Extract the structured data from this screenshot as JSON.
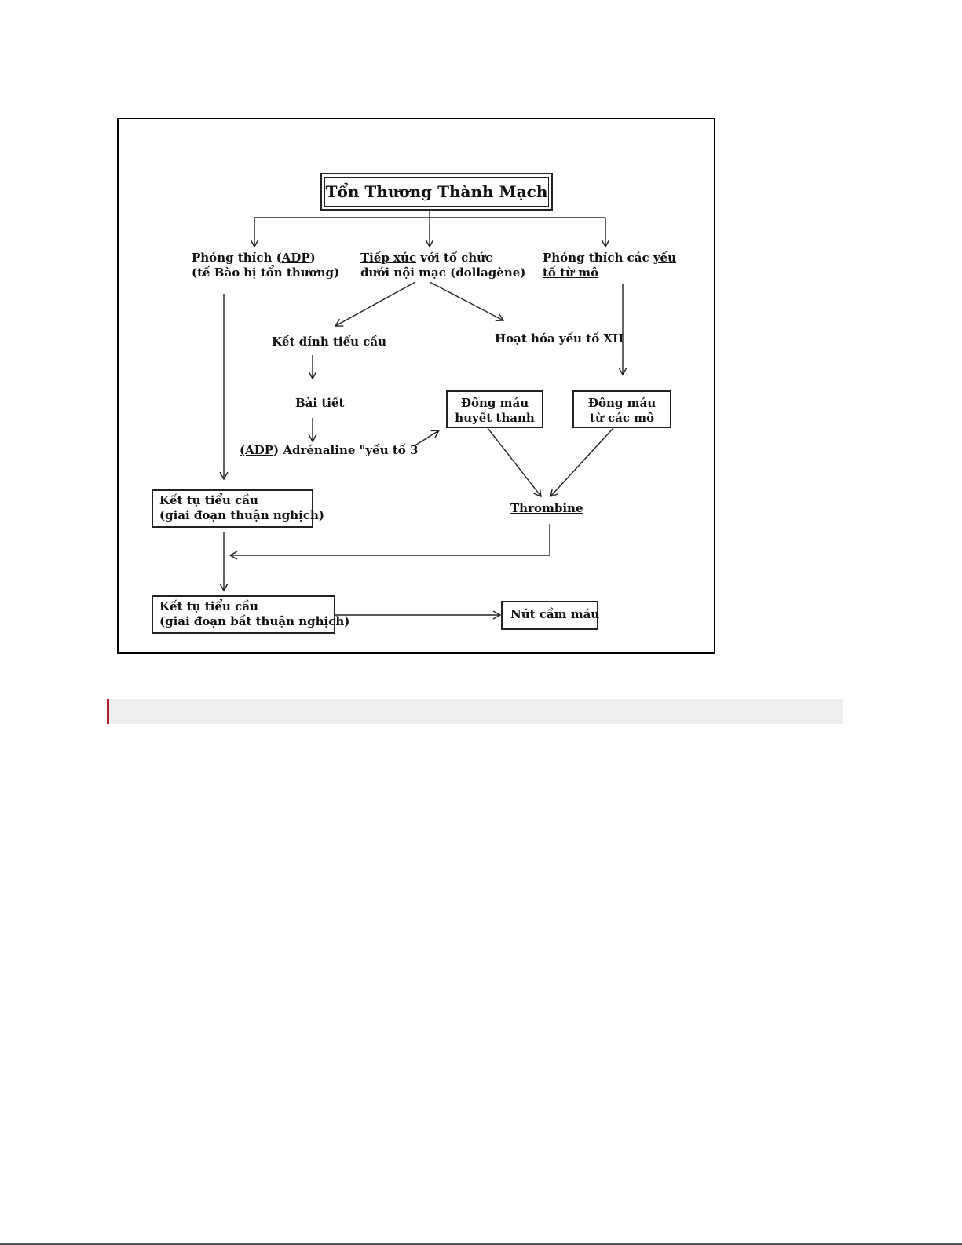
{
  "diagram": {
    "title": "Tổn Thương Thành Mạch",
    "branch_adp": {
      "line1_pre": "Phóng thích (",
      "line1_u": "ADP",
      "line1_post": ")",
      "line2": "(tế Bào bị tổn thương)"
    },
    "branch_contact": {
      "line1_u": "Tiếp xúc",
      "line1_post": " với tổ chức",
      "line2": "dưới nội mạc (dollagène)"
    },
    "branch_tissue": {
      "line1_pre": "Phóng thích các ",
      "line1_u": "yếu",
      "line2_u": "tố từ mô"
    },
    "adhesion": "Kết dính tiểu cầu",
    "factor12": "Hoạt hóa yếu tố XII",
    "secretion": "Bài tiết",
    "secretion_products": {
      "u": "(ADP",
      "post": ") Adrénaline \"yếu tố 3"
    },
    "serum_coag": {
      "line1": "Đông máu",
      "line2": "huyết thanh"
    },
    "tissue_coag": {
      "line1": "Đông máu",
      "line2": "từ các mô"
    },
    "thrombine": "Thrombine",
    "agg_reversible": {
      "line1": "Kết tụ tiểu cầu",
      "line2": "(giai đoạn thuận nghịch)"
    },
    "agg_irreversible": {
      "line1": "Kết tụ tiểu cầu",
      "line2": "(giai đoạn bất thuận nghịch)"
    },
    "plug": "Nút cầm máu"
  },
  "colors": {
    "section_bar_bg": "#eeeeee",
    "section_bar_accent": "#b01c2e"
  }
}
